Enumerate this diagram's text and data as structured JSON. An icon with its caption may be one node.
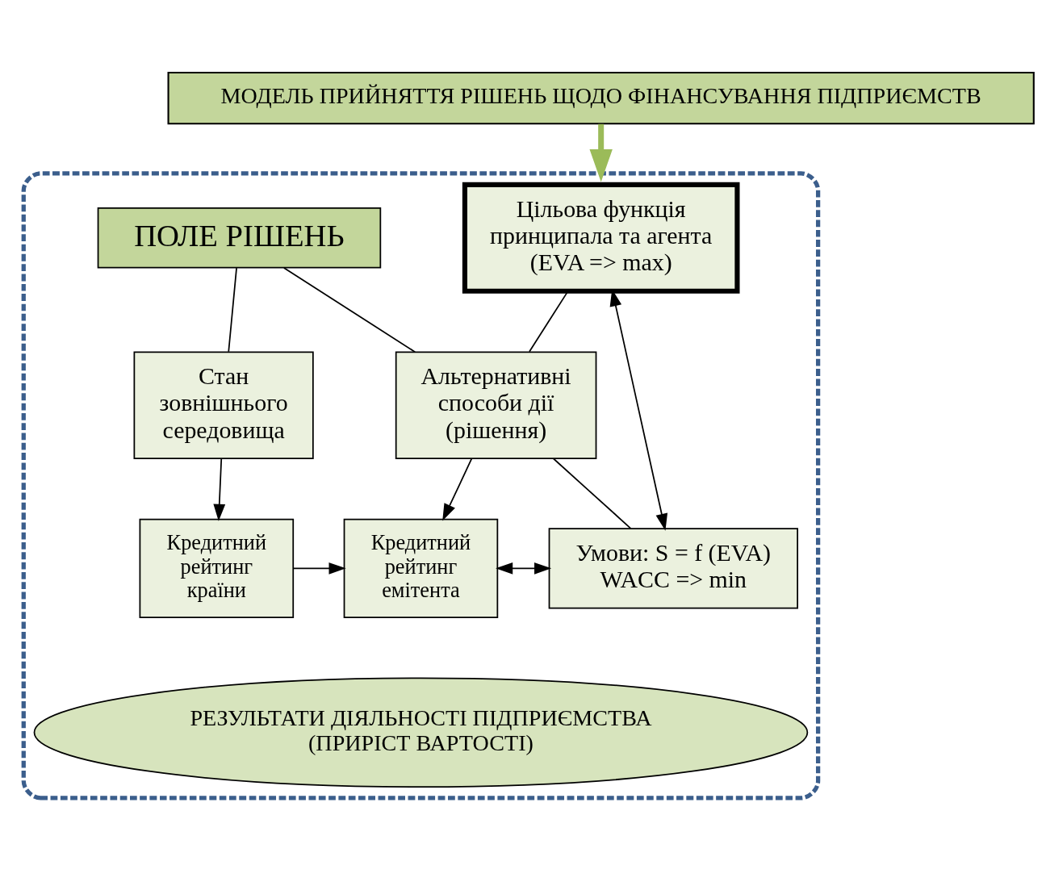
{
  "diagram": {
    "nodes": [
      {
        "text": [
          "МОДЕЛЬ ПРИЙНЯТТЯ РІШЕНЬ ЩОДО ФІНАНСУВАННЯ ПІДПРИЄМСТВ"
        ]
      },
      {
        "text": [],
        "shape": "box"
      },
      {
        "text": [
          "Цільова функція принципала та агента (EVA => max)"
        ],
        "in": 1
      },
      {
        "text": [
          "ПОЛЕ РІШЕНЬ"
        ],
        "in": 1
      },
      {
        "text": [
          "Альтернативні способи дії (рішення)"
        ],
        "in": 1
      },
      {
        "text": [
          "Стан зовнішнього середовища"
        ],
        "in": 1
      },
      {
        "text": [
          "Умови: S = f (EVA)",
          "WACC => min"
        ],
        "in": 1
      },
      {
        "text": [
          "Кредитний рейтинг емітента"
        ],
        "in": 1
      },
      {
        "text": [
          "Кредитний рейтинг країни"
        ],
        "in": 1
      },
      {
        "text": [
          "РЕЗУЛЬТАТИ ДІЯЛЬНОСТІ ПІДПРИЄМСТВА (ПРИРІСТ ВАРТОСТІ)"
        ],
        "in": 1
      }
    ],
    "edges": [
      {
        "from": 0,
        "to": 1,
        "arrow": "to",
        "style": "thick",
        "color": "#9bbb59"
      },
      {
        "from": 2,
        "to": 6,
        "arrow": "both"
      },
      {
        "from": 4,
        "to": 2,
        "arrow": "none"
      },
      {
        "from": 4,
        "to": 6,
        "arrow": "none"
      },
      {
        "from": 3,
        "to": 4,
        "arrow": "none"
      },
      {
        "from": 3,
        "to": 5,
        "arrow": "none"
      },
      {
        "from": 4,
        "to": 7,
        "arrow": "to"
      },
      {
        "from": 5,
        "to": 8,
        "arrow": "to"
      },
      {
        "from": 8,
        "to": 7,
        "arrow": "to"
      },
      {
        "from": 6,
        "to": 7,
        "arrow": "both"
      }
    ]
  }
}
